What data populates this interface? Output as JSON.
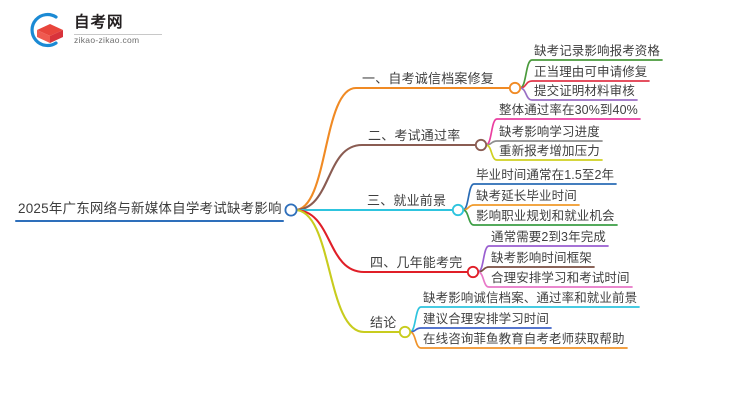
{
  "logo": {
    "title": "自考网",
    "domain": "zikao-zikao.com",
    "mark_icon": "graduation-cap-icon",
    "arc_color": "#1b8ad4",
    "cap_color": "#e8453c"
  },
  "mindmap": {
    "root": {
      "label": "2025年广东网络与新媒体自学考试缺考影响",
      "line_color": "#2e6fbb"
    },
    "branches": [
      {
        "label": "一、自考诚信档案修复",
        "color": "#f08a24",
        "node_color": "#f08a24",
        "children": [
          {
            "label": "缺考记录影响报考资格",
            "color": "#4a9a3c"
          },
          {
            "label": "正当理由可申请修复",
            "color": "#e0374a"
          },
          {
            "label": "提交证明材料审核",
            "color": "#9a6fc4"
          }
        ]
      },
      {
        "label": "二、考试通过率",
        "color": "#8a5c52",
        "node_color": "#8a5c52",
        "children": [
          {
            "label": "整体通过率在30%到40%",
            "color": "#ea3fa0"
          },
          {
            "label": "缺考影响学习进度",
            "color": "#8e8e8e"
          },
          {
            "label": "重新报考增加压力",
            "color": "#cfd022"
          }
        ]
      },
      {
        "label": "三、就业前景",
        "color": "#2ec4de",
        "node_color": "#2ec4de",
        "children": [
          {
            "label": "毕业时间通常在1.5至2年",
            "color": "#2a6cb5"
          },
          {
            "label": "缺考延长毕业时间",
            "color": "#f09a2a"
          },
          {
            "label": "影响职业规划和就业机会",
            "color": "#3c9e45"
          }
        ]
      },
      {
        "label": "四、几年能考完",
        "color": "#e01f28",
        "node_color": "#e01f28",
        "children": [
          {
            "label": "通常需要2到3年完成",
            "color": "#9a5fd0"
          },
          {
            "label": "缺考影响时间框架",
            "color": "#7a4f42"
          },
          {
            "label": "合理安排学习和考试时间",
            "color": "#e878c8"
          }
        ]
      },
      {
        "label": "结论",
        "color": "#c8cc1e",
        "node_color": "#c8cc1e",
        "children": [
          {
            "label": "缺考影响诚信档案、通过率和就业前景",
            "color": "#2ec4de"
          },
          {
            "label": "建议合理安排学习时间",
            "color": "#3f63c8"
          },
          {
            "label": "在线咨询菲鱼教育自考老师获取帮助",
            "color": "#f0932a"
          }
        ]
      }
    ]
  }
}
